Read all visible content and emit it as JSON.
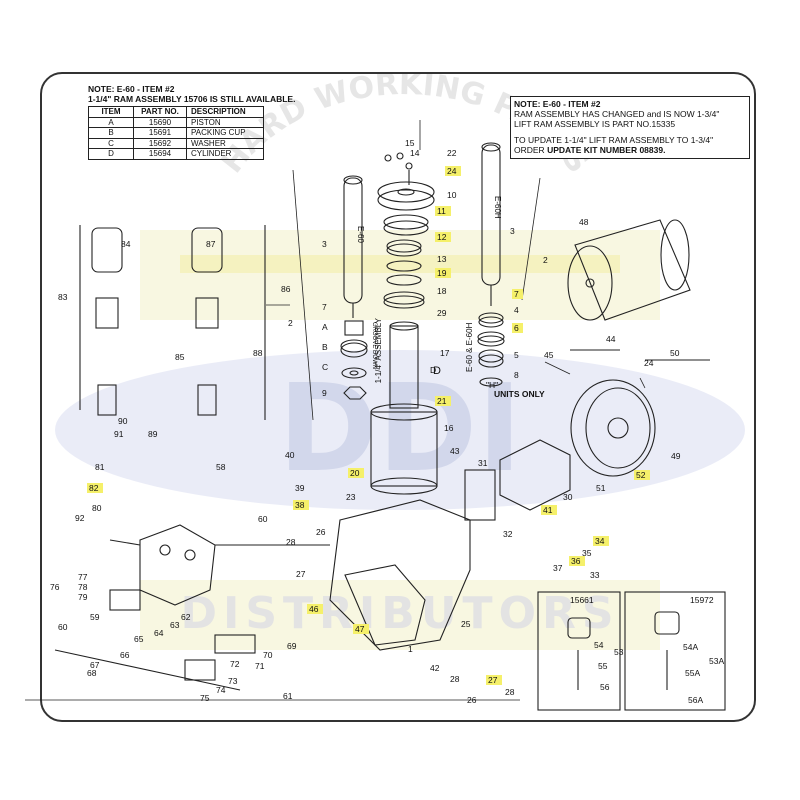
{
  "watermark": {
    "arc_text": "HARD WORKING PARTS",
    "brand": "DDI",
    "bottom": "DISTRIBUTORS"
  },
  "note_left": {
    "line1": "NOTE: E-60  - ITEM #2",
    "line2": "1-1/4\"  RAM ASSEMBLY 15706 IS STILL AVAILABLE.",
    "headers": [
      "ITEM",
      "PART NO.",
      "DESCRIPTION"
    ],
    "rows": [
      [
        "A",
        "15690",
        "PISTON"
      ],
      [
        "B",
        "15691",
        "PACKING CUP"
      ],
      [
        "C",
        "15692",
        "WASHER"
      ],
      [
        "D",
        "15694",
        "CYLINDER"
      ]
    ]
  },
  "note_right": {
    "line1": "NOTE: E-60  - ITEM #2",
    "line2": "RAM ASSEMBLY HAS CHANGED and IS NOW 1-3/4\"",
    "line3": "LIFT RAM ASSEMBLY IS PART NO.15335",
    "line4": "TO UPDATE 1-1/4\" LIFT RAM ASSEMBLY TO 1-3/4\"",
    "line5_prefix": "ORDER ",
    "line5_bold": "UPDATE KIT NUMBER 08839."
  },
  "diagram": {
    "ram_left_text": "E-60",
    "ram_right_text": "E-60H",
    "assembly_text": "1-1/4\" ASSEMBLY",
    "groove_text": "GROOVE DOWN",
    "e60_models_text": "E-60 & E-60H",
    "h_units_text": "\"H\"",
    "units_only_text": "UNITS ONLY",
    "kit_left_part": "15661",
    "kit_right_part": "15972",
    "highlight_color": "#f5f06a",
    "labels": [
      {
        "text": "15",
        "hl": false
      },
      {
        "text": "14",
        "hl": false
      },
      {
        "text": "22",
        "hl": false
      },
      {
        "text": "24",
        "hl": true
      },
      {
        "text": "10",
        "hl": false
      },
      {
        "text": "11",
        "hl": true
      },
      {
        "text": "12",
        "hl": true
      },
      {
        "text": "13",
        "hl": false
      },
      {
        "text": "19",
        "hl": true
      },
      {
        "text": "18",
        "hl": false
      },
      {
        "text": "29",
        "hl": false
      },
      {
        "text": "17",
        "hl": false
      },
      {
        "text": "3",
        "hl": false
      },
      {
        "text": "3",
        "hl": false
      },
      {
        "text": "7",
        "hl": false
      },
      {
        "text": "A",
        "hl": false
      },
      {
        "text": "B",
        "hl": false
      },
      {
        "text": "C",
        "hl": false
      },
      {
        "text": "D",
        "hl": false
      },
      {
        "text": "9",
        "hl": false
      },
      {
        "text": "2",
        "hl": false
      },
      {
        "text": "2",
        "hl": false
      },
      {
        "text": "7",
        "hl": true
      },
      {
        "text": "4",
        "hl": false
      },
      {
        "text": "6",
        "hl": true
      },
      {
        "text": "5",
        "hl": false
      },
      {
        "text": "8",
        "hl": false
      },
      {
        "text": "21",
        "hl": true
      },
      {
        "text": "16",
        "hl": false
      },
      {
        "text": "20",
        "hl": true
      },
      {
        "text": "23",
        "hl": false
      },
      {
        "text": "40",
        "hl": false
      },
      {
        "text": "39",
        "hl": false
      },
      {
        "text": "38",
        "hl": true
      },
      {
        "text": "26",
        "hl": false
      },
      {
        "text": "28",
        "hl": false
      },
      {
        "text": "27",
        "hl": false
      },
      {
        "text": "43",
        "hl": false
      },
      {
        "text": "31",
        "hl": false
      },
      {
        "text": "30",
        "hl": false
      },
      {
        "text": "41",
        "hl": true
      },
      {
        "text": "32",
        "hl": false
      },
      {
        "text": "34",
        "hl": true
      },
      {
        "text": "35",
        "hl": false
      },
      {
        "text": "36",
        "hl": true
      },
      {
        "text": "37",
        "hl": false
      },
      {
        "text": "33",
        "hl": false
      },
      {
        "text": "48",
        "hl": false
      },
      {
        "text": "44",
        "hl": false
      },
      {
        "text": "45",
        "hl": false
      },
      {
        "text": "24",
        "hl": false
      },
      {
        "text": "50",
        "hl": false
      },
      {
        "text": "49",
        "hl": false
      },
      {
        "text": "51",
        "hl": false
      },
      {
        "text": "52",
        "hl": true
      },
      {
        "text": "84",
        "hl": false
      },
      {
        "text": "87",
        "hl": false
      },
      {
        "text": "83",
        "hl": false
      },
      {
        "text": "86",
        "hl": false
      },
      {
        "text": "85",
        "hl": false
      },
      {
        "text": "88",
        "hl": false
      },
      {
        "text": "90",
        "hl": false
      },
      {
        "text": "91",
        "hl": false
      },
      {
        "text": "89",
        "hl": false
      },
      {
        "text": "81",
        "hl": false
      },
      {
        "text": "82",
        "hl": true
      },
      {
        "text": "80",
        "hl": false
      },
      {
        "text": "58",
        "hl": false
      },
      {
        "text": "60",
        "hl": false
      },
      {
        "text": "92",
        "hl": false
      },
      {
        "text": "77",
        "hl": false
      },
      {
        "text": "78",
        "hl": false
      },
      {
        "text": "79",
        "hl": false
      },
      {
        "text": "76",
        "hl": false
      },
      {
        "text": "59",
        "hl": false
      },
      {
        "text": "62",
        "hl": false
      },
      {
        "text": "63",
        "hl": false
      },
      {
        "text": "64",
        "hl": false
      },
      {
        "text": "65",
        "hl": false
      },
      {
        "text": "60",
        "hl": false
      },
      {
        "text": "66",
        "hl": false
      },
      {
        "text": "67",
        "hl": false
      },
      {
        "text": "68",
        "hl": false
      },
      {
        "text": "69",
        "hl": false
      },
      {
        "text": "70",
        "hl": false
      },
      {
        "text": "71",
        "hl": false
      },
      {
        "text": "72",
        "hl": false
      },
      {
        "text": "73",
        "hl": false
      },
      {
        "text": "74",
        "hl": false
      },
      {
        "text": "75",
        "hl": false
      },
      {
        "text": "61",
        "hl": false
      },
      {
        "text": "46",
        "hl": true
      },
      {
        "text": "47",
        "hl": true
      },
      {
        "text": "1",
        "hl": false
      },
      {
        "text": "25",
        "hl": false
      },
      {
        "text": "42",
        "hl": false
      },
      {
        "text": "28",
        "hl": false
      },
      {
        "text": "27",
        "hl": true
      },
      {
        "text": "28",
        "hl": false
      },
      {
        "text": "26",
        "hl": false
      },
      {
        "text": "54",
        "hl": false
      },
      {
        "text": "53",
        "hl": false
      },
      {
        "text": "55",
        "hl": false
      },
      {
        "text": "56",
        "hl": false
      },
      {
        "text": "54A",
        "hl": false
      },
      {
        "text": "53A",
        "hl": false
      },
      {
        "text": "55A",
        "hl": false
      },
      {
        "text": "56A",
        "hl": false
      }
    ]
  }
}
